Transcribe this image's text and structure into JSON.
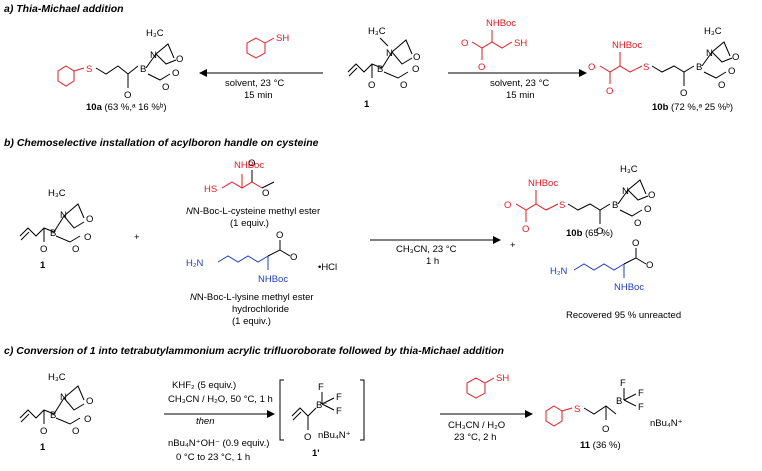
{
  "sections": {
    "a_title": "a) Thia-Michael addition",
    "b_title": "b) Chemoselective installation of acylboron handle on cysteine",
    "c_title": "c) Conversion of 1 into tetrabutylammonium acrylic trifluoroborate followed by thia-Michael addition"
  },
  "atoms": {
    "h3c": "H₃C",
    "n": "N",
    "b": "B",
    "o": "O",
    "s": "S",
    "sh": "SH",
    "hs": "HS",
    "nhboc": "NHBoc",
    "h2n": "H₂N",
    "f": "F",
    "bminus": "B⁻",
    "nbu4": "nBu₄N⁺",
    "hcl": "•HCl"
  },
  "part_a": {
    "left_cond_1": "solvent, 23 °C",
    "left_cond_2": "15 min",
    "right_cond_1": "solvent, 23 °C",
    "right_cond_2": "15 min",
    "label_1": "1",
    "label_10a": "10a",
    "yield_10a": " (63 %,ᵃ 16 %ᵇ)",
    "label_10b": "10b",
    "yield_10b": " (72 %,ᵃ 25 %ᵇ)"
  },
  "part_b": {
    "plus": "+",
    "label_1": "1",
    "cys_name": "N-Boc-L-cysteine methyl ester",
    "cys_equiv": "(1 equiv.)",
    "lys_name": "N-Boc-L-lysine methyl ester",
    "lys_name2": "hydrochloride",
    "lys_equiv": "(1 equiv.)",
    "cond_1": "CH₃CN, 23 °C",
    "cond_2": "1 h",
    "label_10b": "10b",
    "yield_10b": " (65 %)",
    "recovered": "Recovered 95 % unreacted"
  },
  "part_c": {
    "cond_1": "KHF₂ (5 equiv.)",
    "cond_2": "CH₃CN / H₂O, 50 °C, 1 h",
    "cond_3": "then",
    "cond_4": "nBu₄N⁺OH⁻ (0.9 equiv.)",
    "cond_5": "0 °C to 23 °C, 1 h",
    "cond_6": "CH₃CN / H₂O",
    "cond_7": "23 °C, 2 h",
    "label_1": "1",
    "label_1p": "1'",
    "label_11": "11",
    "yield_11": " (36 %)"
  }
}
